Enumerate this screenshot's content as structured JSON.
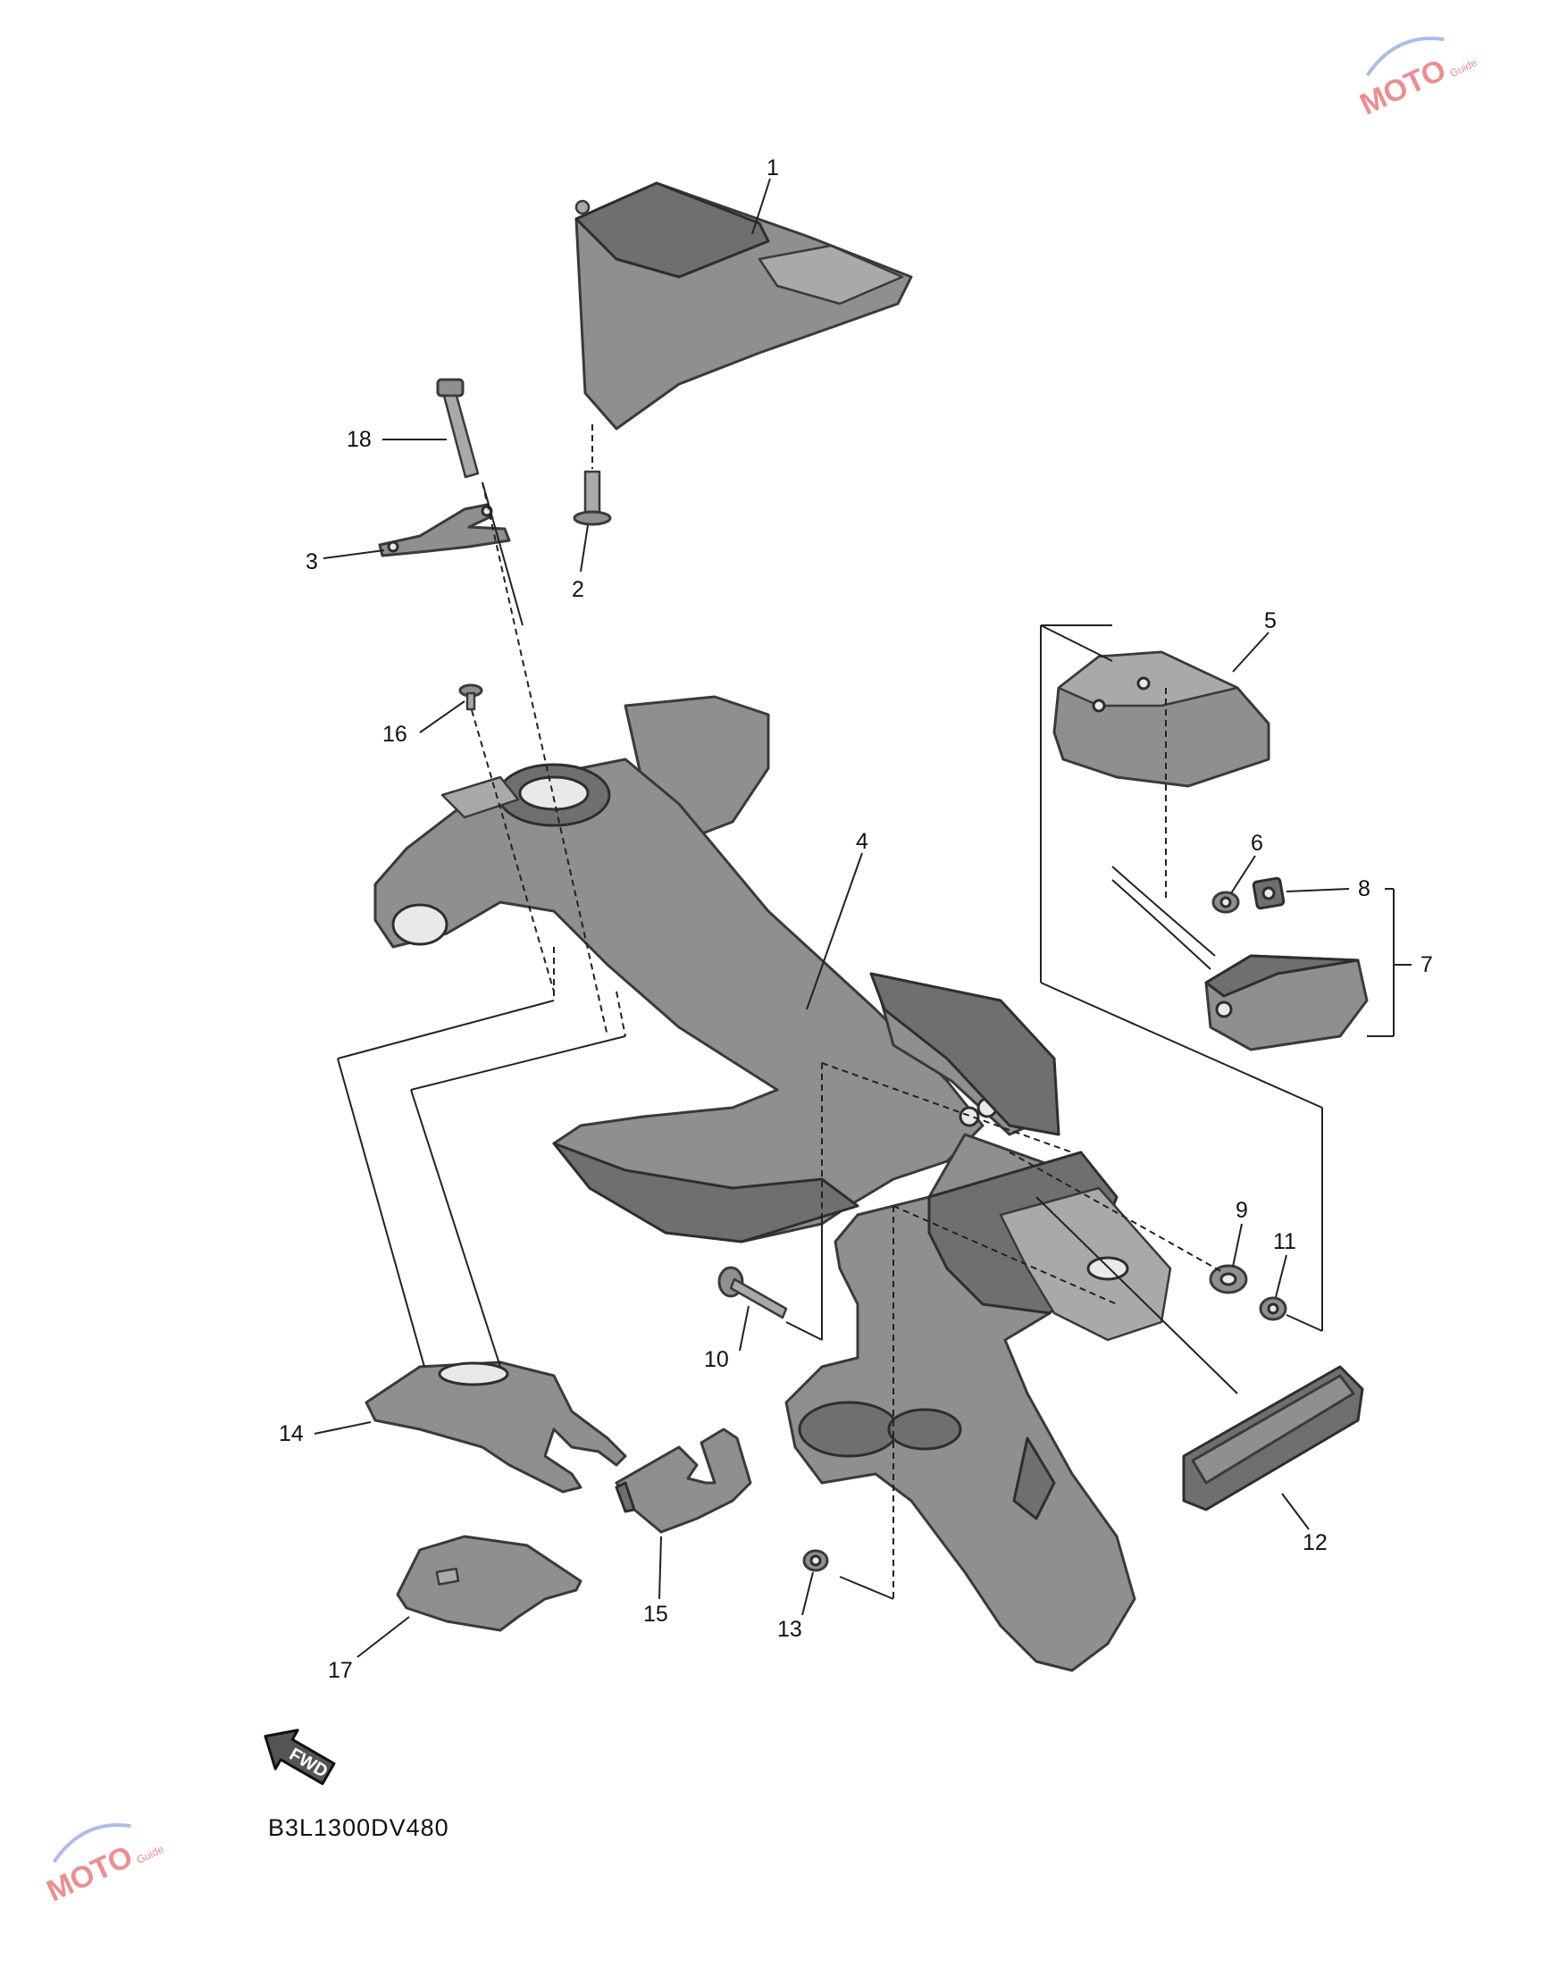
{
  "diagram_code": "B3L1300DV480",
  "fwd_label": "FWD",
  "callouts": [
    "1",
    "2",
    "3",
    "4",
    "5",
    "6",
    "7",
    "8",
    "9",
    "10",
    "11",
    "12",
    "13",
    "14",
    "15",
    "16",
    "17",
    "18"
  ],
  "watermark": {
    "logo_text": "MOTO",
    "sub_text": "Guide"
  }
}
